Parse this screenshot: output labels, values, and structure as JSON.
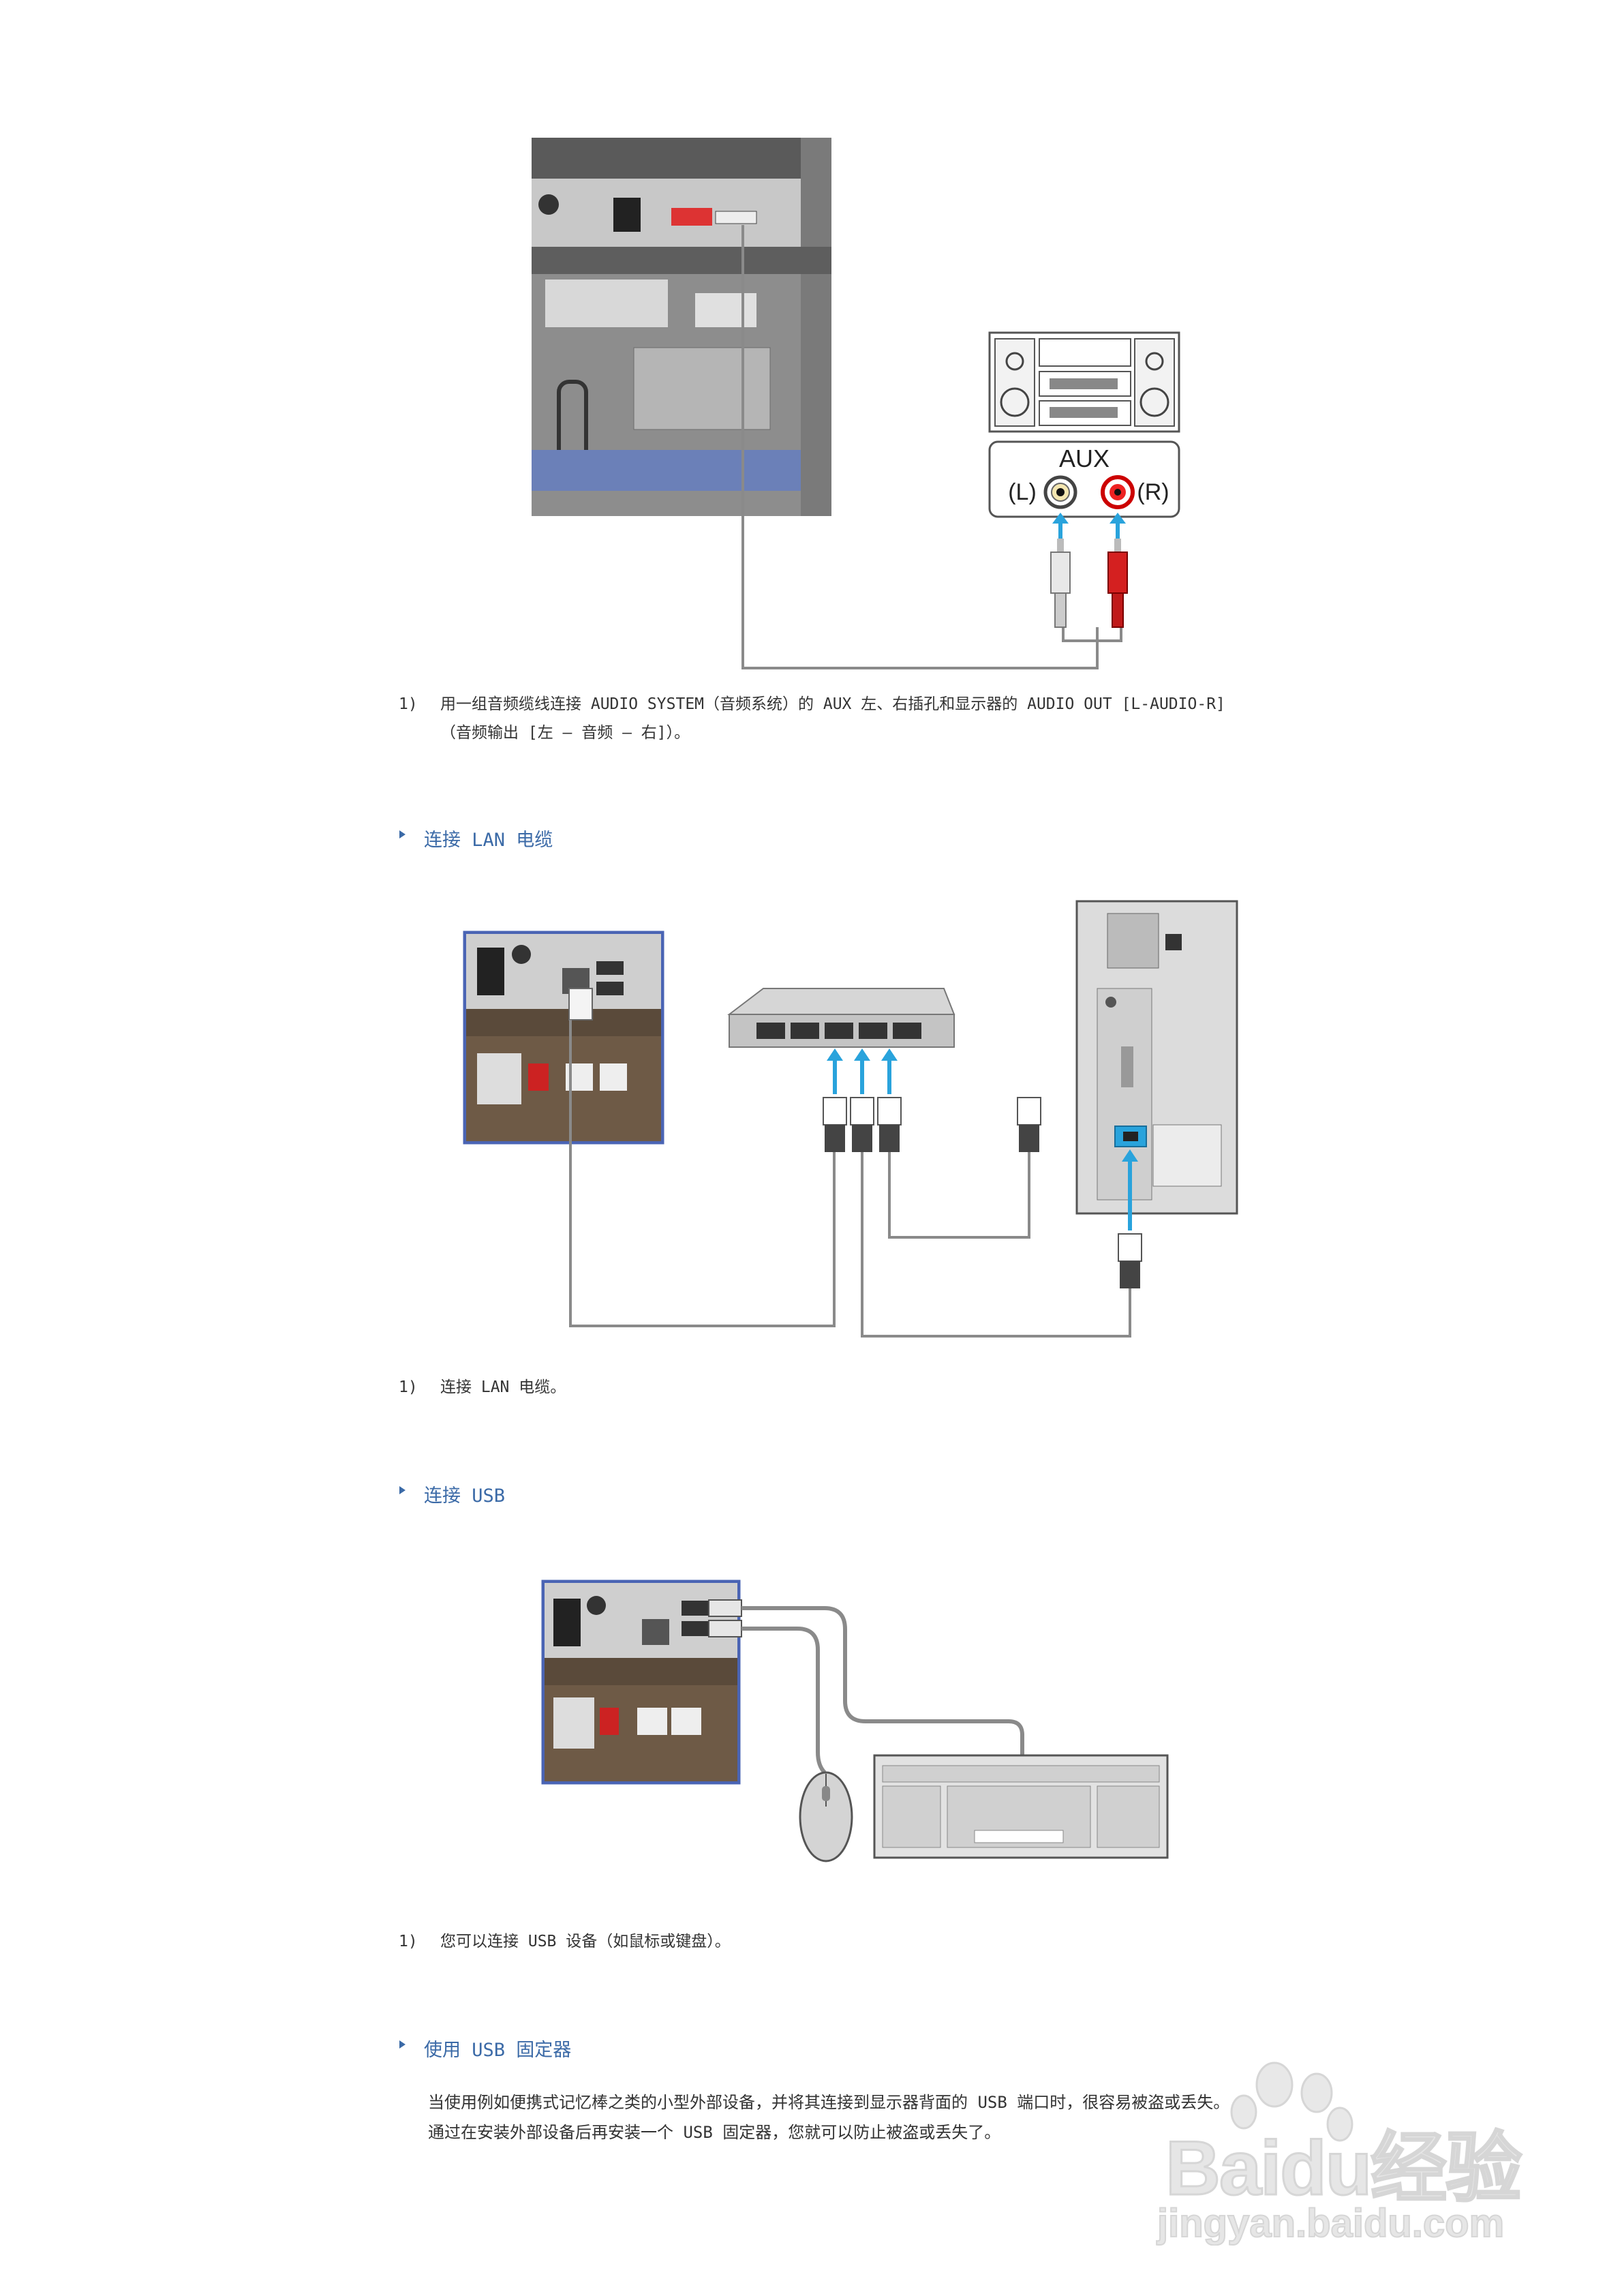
{
  "audio": {
    "aux_label": "AUX",
    "left_label": "(L)",
    "right_label": "(R)",
    "step_number": "1)",
    "step_line1": "用一组音频缆线连接 AUDIO SYSTEM（音频系统）的 AUX 左、右插孔和显示器的 AUDIO OUT [L-AUDIO-R]",
    "step_line2": "（音频输出 [左 – 音频 – 右]）。"
  },
  "lan": {
    "heading": "连接 LAN 电缆",
    "step_number": "1)",
    "step_text": "连接 LAN 电缆。"
  },
  "usb": {
    "heading": "连接 USB",
    "step_number": "1)",
    "step_text": "您可以连接 USB 设备（如鼠标或键盘）。"
  },
  "usb_lock": {
    "heading": "使用 USB 固定器",
    "para_line1": "当使用例如便携式记忆棒之类的小型外部设备，并将其连接到显示器背面的 USB 端口时，很容易被盗或丢失。",
    "para_line2": "通过在安装外部设备后再安装一个 USB 固定器，您就可以防止被盗或丢失了。"
  },
  "watermark": {
    "logo_text": "Baidu经验",
    "url_text": "jingyan.baidu.com"
  },
  "colors": {
    "heading_blue": "#3b6aa7",
    "arrow_blue": "#29a3dc",
    "cable_gray": "#8a8a8a",
    "panel_border": "#4a64b4"
  }
}
